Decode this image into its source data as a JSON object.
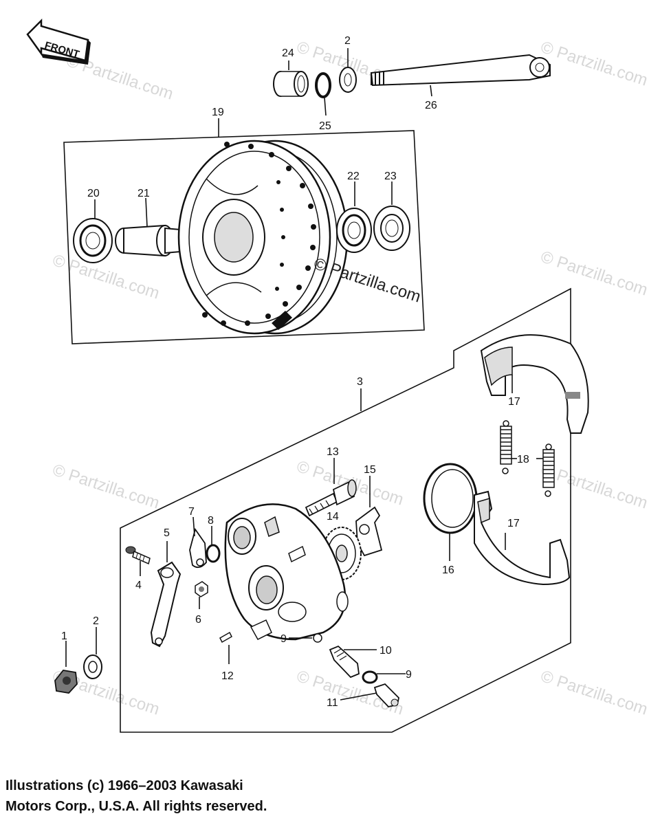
{
  "front_arrow": {
    "text": "FRONT"
  },
  "watermark": {
    "text": "© Partzilla.com"
  },
  "callouts": {
    "c1": "1",
    "c2a": "2",
    "c2b": "2",
    "c3": "3",
    "c4": "4",
    "c5": "5",
    "c6": "6",
    "c7": "7",
    "c8": "8",
    "c9a": "9",
    "c9b": "9",
    "c10": "10",
    "c11": "11",
    "c12": "12",
    "c13": "13",
    "c14": "14",
    "c15": "15",
    "c16": "16",
    "c17a": "17",
    "c17b": "17",
    "c18": "18",
    "c19": "19",
    "c20": "20",
    "c21": "21",
    "c22": "22",
    "c23": "23",
    "c24": "24",
    "c25": "25",
    "c26": "26"
  },
  "copyright": {
    "line1": "Illustrations (c) 1966–2003 Kawasaki",
    "line2": "Motors Corp., U.S.A.  All rights reserved."
  }
}
